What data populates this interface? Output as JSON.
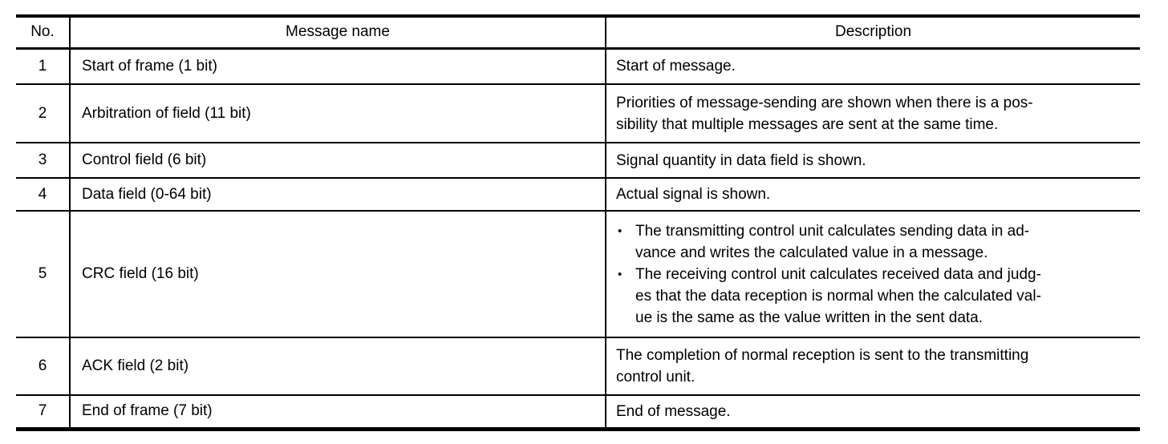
{
  "table": {
    "bullet_char": "•",
    "columns": {
      "no": "No.",
      "name": "Message name",
      "desc": "Description"
    },
    "rows": [
      {
        "no": "1",
        "name": "Start of frame (1 bit)",
        "desc": "Start of message."
      },
      {
        "no": "2",
        "name": "Arbitration of field (11 bit)",
        "desc": "Priorities of message-sending are shown when there is a pos-\nsibility that multiple messages are sent at the same time."
      },
      {
        "no": "3",
        "name": "Control field (6 bit)",
        "desc": "Signal quantity in data field is shown."
      },
      {
        "no": "4",
        "name": "Data field (0-64 bit)",
        "desc": "Actual signal is shown."
      },
      {
        "no": "5",
        "name": "CRC field (16 bit)",
        "bullets": [
          "The transmitting control unit calculates sending data in ad-\nvance and writes the calculated value in a message.",
          "The receiving control unit calculates received data and judg-\nes that the data reception is normal when the calculated val-\nue is the same as the value written in the sent data."
        ]
      },
      {
        "no": "6",
        "name": "ACK field (2 bit)",
        "desc": "The completion of normal reception is sent to the transmitting\ncontrol unit."
      },
      {
        "no": "7",
        "name": "End of frame (7 bit)",
        "desc": "End of message."
      }
    ]
  }
}
